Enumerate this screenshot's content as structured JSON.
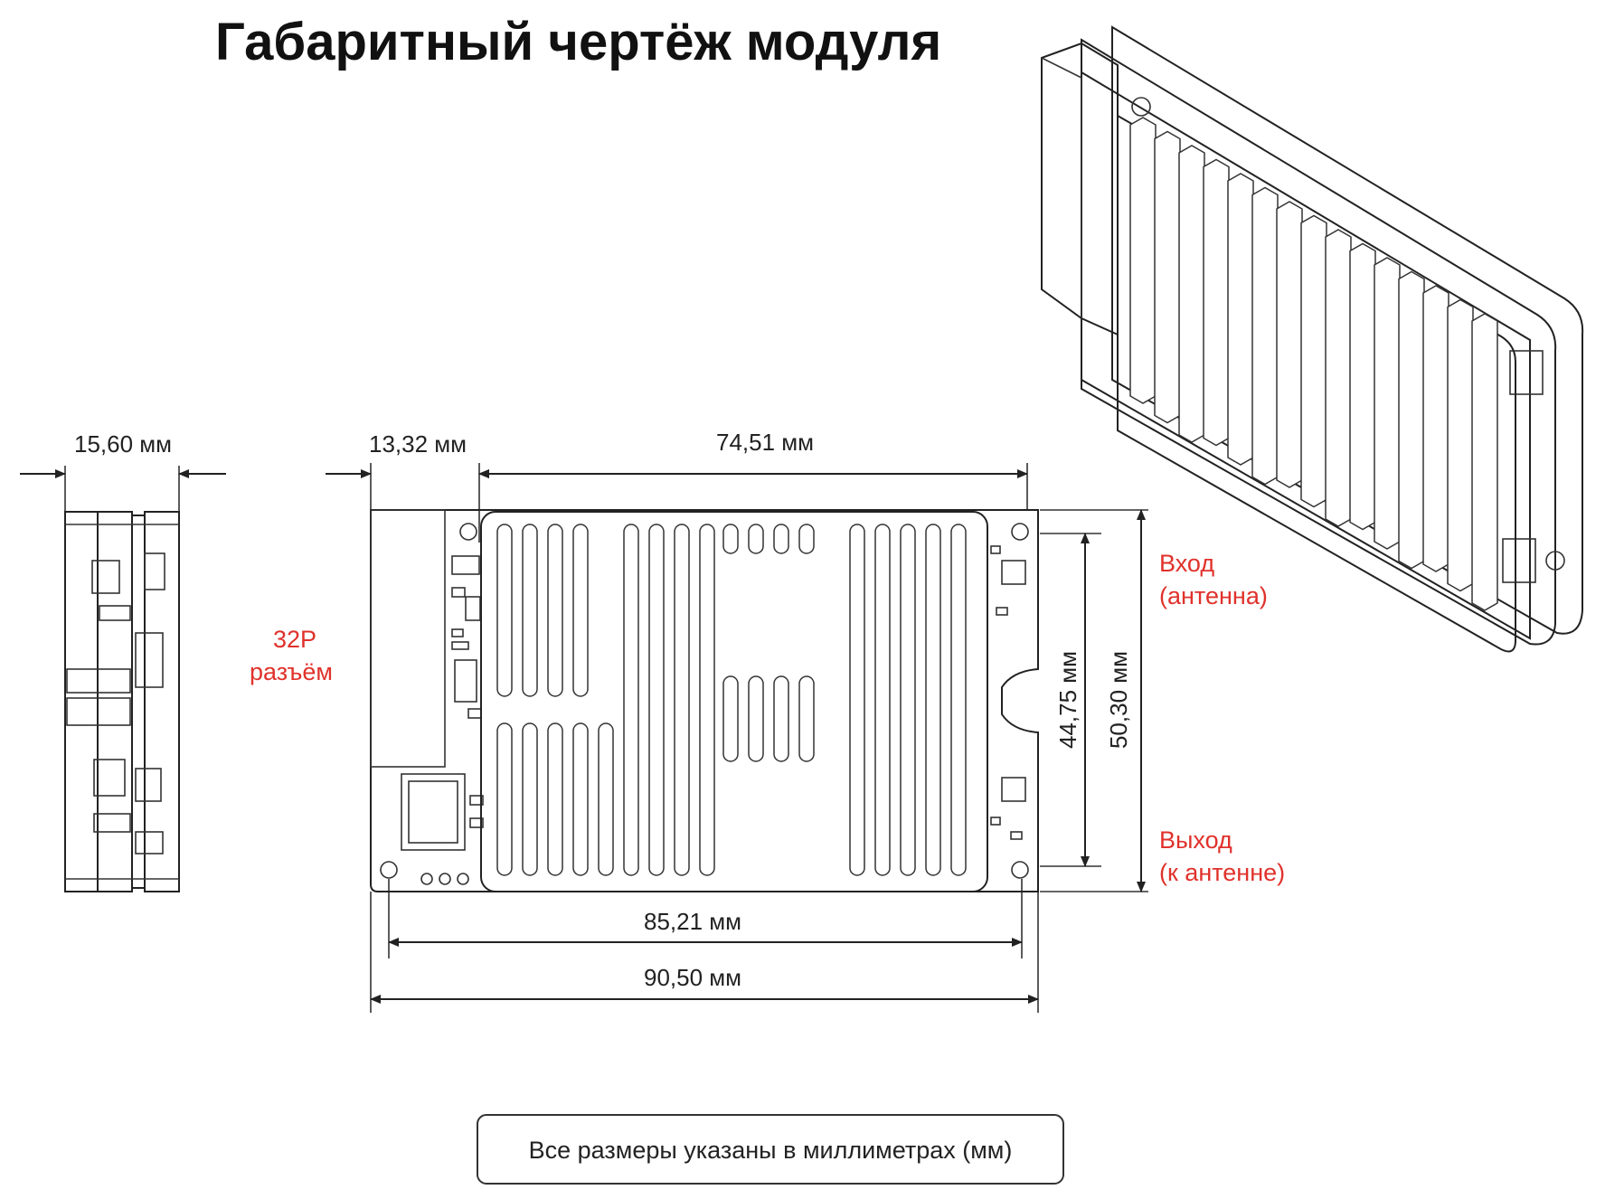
{
  "title": "Габаритный чертёж модуля",
  "dimensions": {
    "side_thickness": "15,60 мм",
    "connector_offset": "13,32 мм",
    "heatsink_width": "74,51 мм",
    "hole_pitch_vertical": "44,75 мм",
    "board_height": "50,30 мм",
    "hole_pitch_horizontal": "85,21 мм",
    "board_width": "90,50 мм"
  },
  "labels": {
    "connector_line1": "32P",
    "connector_line2": "разъём",
    "input_line1": "Вход",
    "input_line2": "(антенна)",
    "output_line1": "Выход",
    "output_line2": "(к антенне)"
  },
  "note": "Все размеры указаны в миллиметрах (мм)",
  "colors": {
    "accent_red": "#e0312b",
    "line": "#222222"
  }
}
